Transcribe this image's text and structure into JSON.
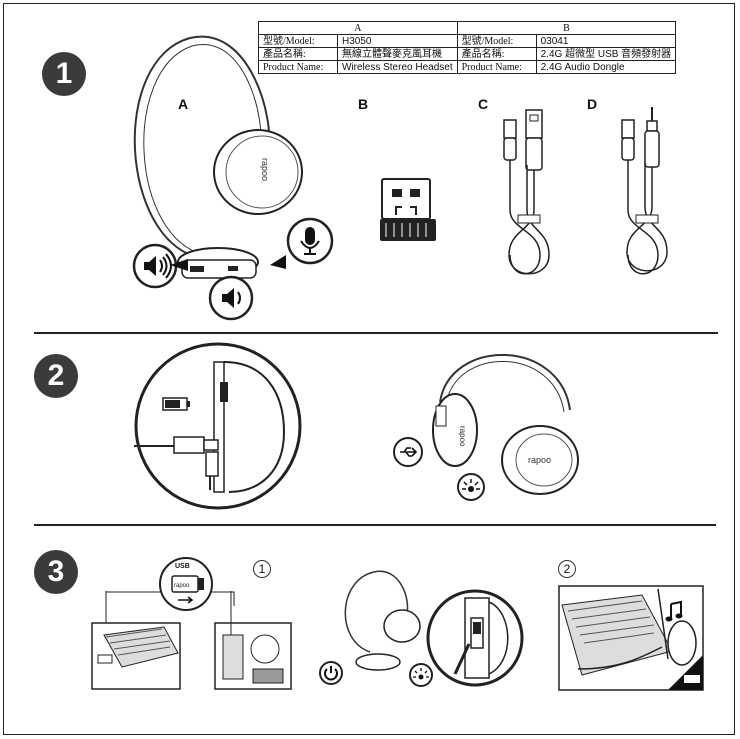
{
  "steps": {
    "s1": "1",
    "s2": "2",
    "s3": "3"
  },
  "spec_table": {
    "col_a": "A",
    "col_b": "B",
    "a_model_key": "型號/Model:",
    "a_model_val": "H3050",
    "a_name_cn_key": "產品名稱:",
    "a_name_cn_val": "無線立體聲麥克風耳機",
    "a_name_en_key": "Product Name:",
    "a_name_en_val": "Wireless Stereo Headset",
    "b_model_key": "型號/Model:",
    "b_model_val": "03041",
    "b_name_cn_key": "產品名稱:",
    "b_name_cn_val": "2.4G 超微型 USB 音頻發射器",
    "b_name_en_key": "Product Name:",
    "b_name_en_val": "2.4G Audio Dongle"
  },
  "components": {
    "a": "A",
    "b": "B",
    "c": "C",
    "d": "D"
  },
  "brand": "rapoo",
  "usb_badge": "USB",
  "sub_steps": {
    "one": "1",
    "two": "2"
  },
  "icons": [
    "volume-up-icon",
    "volume-down-icon",
    "microphone-icon",
    "battery-icon",
    "usb-icon",
    "led-icon",
    "power-icon",
    "music-note-icon",
    "headset-icon",
    "usb-dongle-icon",
    "laptop-icon",
    "cable-icon"
  ]
}
